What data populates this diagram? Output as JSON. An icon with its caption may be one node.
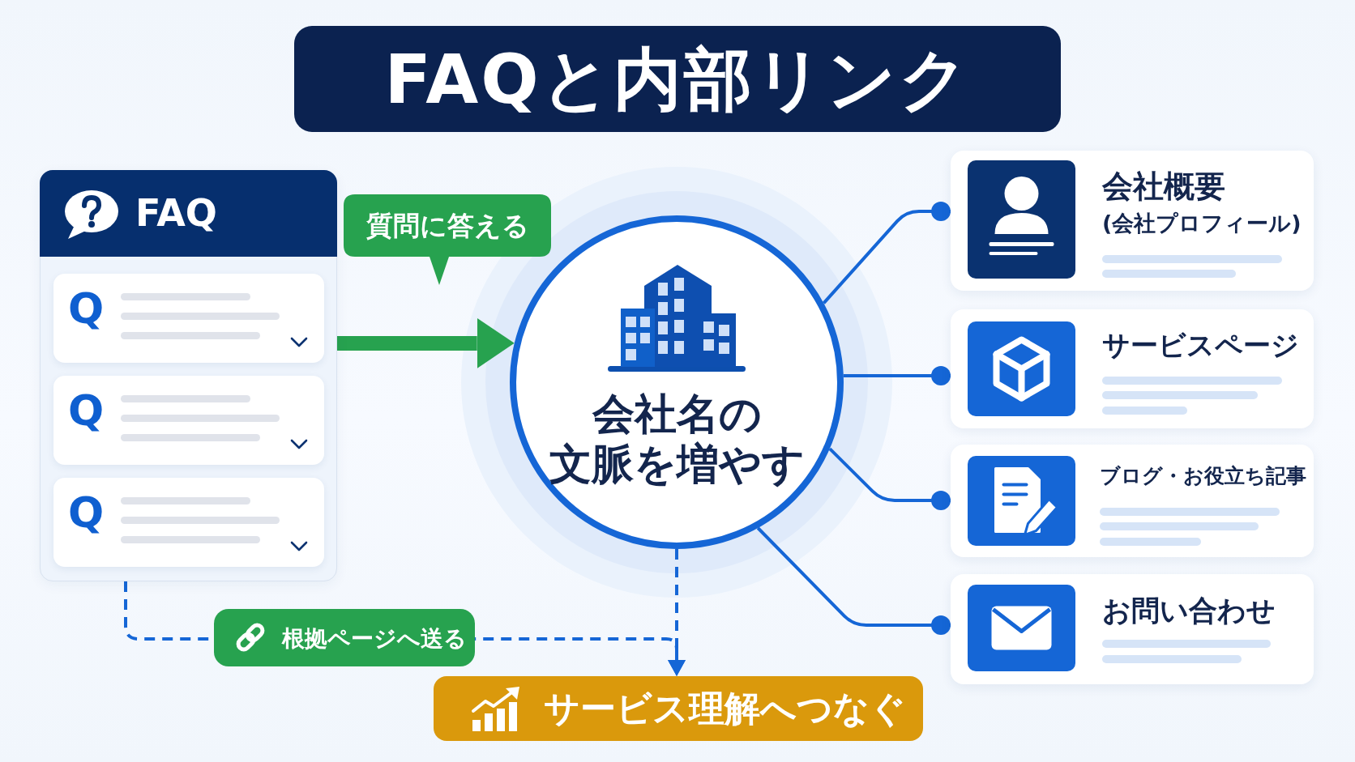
{
  "diagram": {
    "title": "FAQと内部リンク",
    "nodes": [
      {
        "text": [
          "FAQ"
        ]
      },
      {
        "text": [
          "Q"
        ],
        "in": 0
      },
      {
        "text": [
          "Q"
        ],
        "in": 0
      },
      {
        "text": [
          "Q"
        ],
        "in": 0
      },
      {
        "text": [
          "会社名の文脈を増やす"
        ]
      },
      {
        "text": [
          "会社概要",
          "(会社プロフィール)"
        ]
      },
      {
        "text": [
          "サービスページ"
        ]
      },
      {
        "text": [
          "ブログ・お役立ち記事"
        ]
      },
      {
        "text": [
          "お問い合わせ"
        ]
      },
      {
        "text": [
          "サービス理解へつなぐ"
        ]
      }
    ],
    "edges": [
      {
        "from": 0,
        "to": 4,
        "arrow": "to",
        "label": "質問に答える",
        "style": "thick",
        "color": "#27a24f"
      },
      {
        "from": 4,
        "to": 5,
        "arrow": "other"
      },
      {
        "from": 4,
        "to": 6,
        "arrow": "other"
      },
      {
        "from": 4,
        "to": 7,
        "arrow": "other"
      },
      {
        "from": 4,
        "to": 8,
        "arrow": "other"
      },
      {
        "from": 0,
        "to": 9,
        "arrow": "to",
        "label": "根拠ページへ送る",
        "style": "dashed"
      },
      {
        "from": 4,
        "to": 9,
        "arrow": "to",
        "style": "dashed"
      }
    ]
  }
}
